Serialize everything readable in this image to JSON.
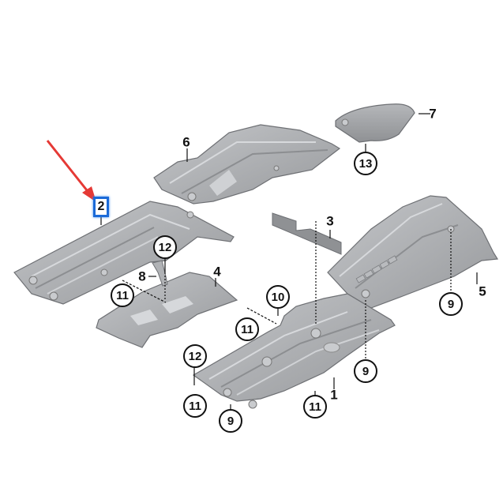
{
  "diagram": {
    "type": "exploded parts diagram",
    "subject": "vehicle underbody protection panels",
    "highlight": {
      "part": "2",
      "color": "#1a6ad8",
      "arrow_color": "#e53935"
    },
    "colors": {
      "panel_fill": "#a9abae",
      "panel_edge": "#6e7074",
      "panel_light": "#c6c8cb",
      "line": "#111111"
    }
  },
  "parts": [
    {
      "id": "1",
      "label": "1",
      "style": "plain"
    },
    {
      "id": "2",
      "label": "2",
      "style": "highlighted"
    },
    {
      "id": "3",
      "label": "3",
      "style": "plain"
    },
    {
      "id": "4",
      "label": "4",
      "style": "plain"
    },
    {
      "id": "5",
      "label": "5",
      "style": "plain"
    },
    {
      "id": "6",
      "label": "6",
      "style": "plain"
    },
    {
      "id": "7",
      "label": "7",
      "style": "plain"
    },
    {
      "id": "8",
      "label": "8",
      "style": "plain"
    }
  ],
  "fasteners": [
    {
      "label": "9",
      "where": "part 5 rear"
    },
    {
      "label": "9",
      "where": "part 1 right"
    },
    {
      "label": "9",
      "where": "part 1 front-left"
    },
    {
      "label": "10",
      "where": "part 1 top"
    },
    {
      "label": "11",
      "where": "part 4 left"
    },
    {
      "label": "11",
      "where": "part 1 left"
    },
    {
      "label": "11",
      "where": "part 1 front-left"
    },
    {
      "label": "11",
      "where": "part 1 front"
    },
    {
      "label": "12",
      "where": "bracket 8"
    },
    {
      "label": "12",
      "where": "part 1 left"
    },
    {
      "label": "13",
      "where": "part 7"
    }
  ]
}
